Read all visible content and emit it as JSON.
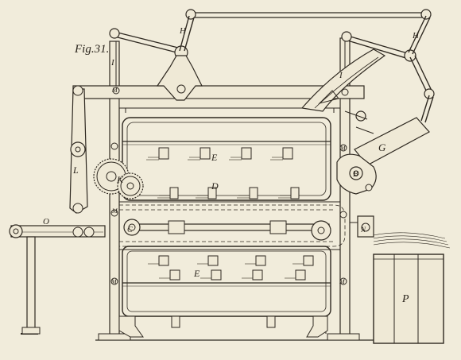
{
  "figure": {
    "caption": "Fig.31.",
    "labels": {
      "H_top": "H",
      "H_right": "H",
      "I_left": "I",
      "I_right": "I",
      "L": "L",
      "K": "K",
      "G": "G",
      "B": "B",
      "E_top": "E",
      "D": "D",
      "E_bottom": "E",
      "C": "C",
      "O": "O",
      "P": "P",
      "N": "N",
      "M_1": "M",
      "M_2": "M",
      "M_3": "M",
      "M_4": "M",
      "M_5": "M"
    }
  },
  "colors": {
    "paper": "#f1ecdb",
    "ink": "#2e2820"
  }
}
